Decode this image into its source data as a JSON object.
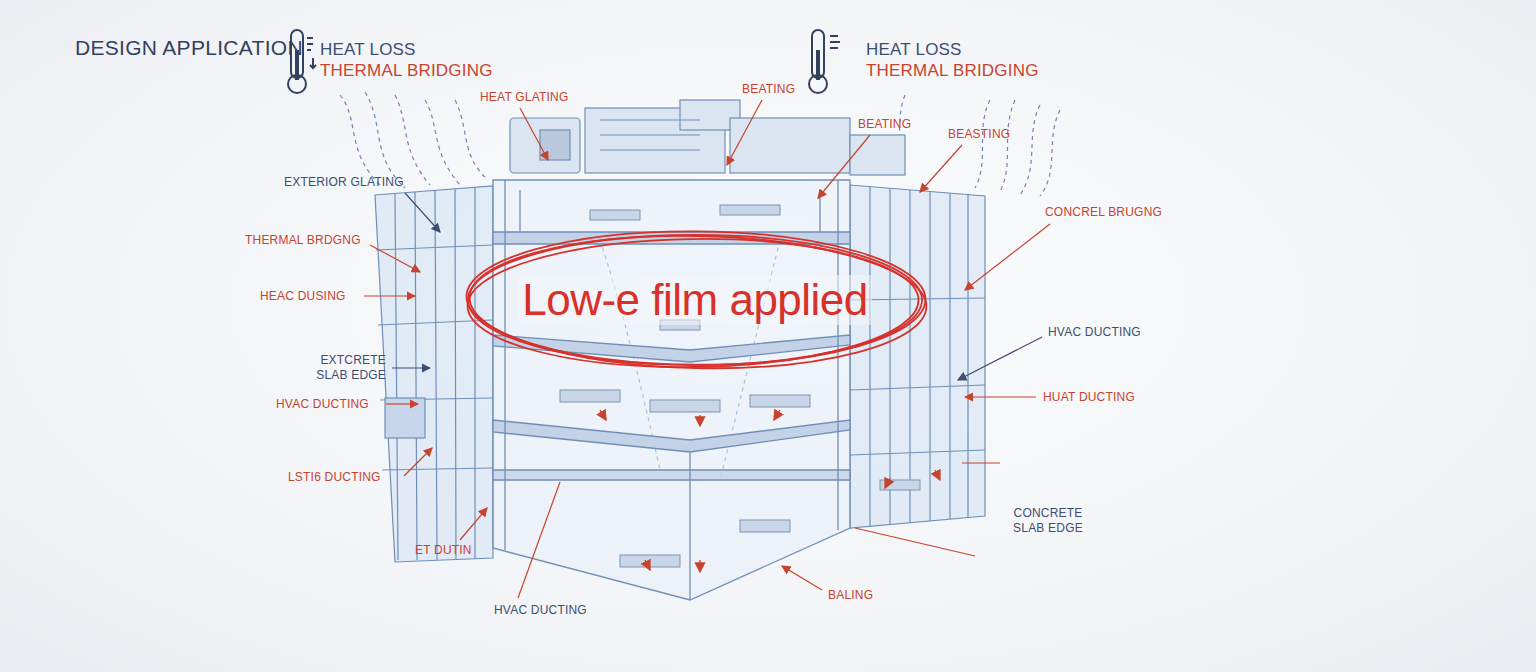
{
  "diagram": {
    "title": "DESIGN APPLICATION",
    "nodes": [
      {
        "text": [
          "Low-e film applied"
        ]
      }
    ],
    "labels": [
      "HEAT LOSS",
      "THERMAL BRIDGING",
      "HEAT LOSS",
      "THERMAL BRIDGING",
      "HEAT GLATING",
      "BEATING",
      "BEATING",
      "BEASTING",
      "EXTERIOR GLATING",
      "CONCREL BRUGNG",
      "THERMAL BRDGNG",
      "HEAC DUSING",
      "HVAC DUCTING",
      "EXTCRETE SLAB EDGE",
      "HUAT DUCTING",
      "HVAC DUCTING",
      "LSTI6 DUCTING",
      "CONCRETE SLAB EDGE",
      "ET DUTIN",
      "BALING",
      "HVAC DUCTING"
    ]
  }
}
